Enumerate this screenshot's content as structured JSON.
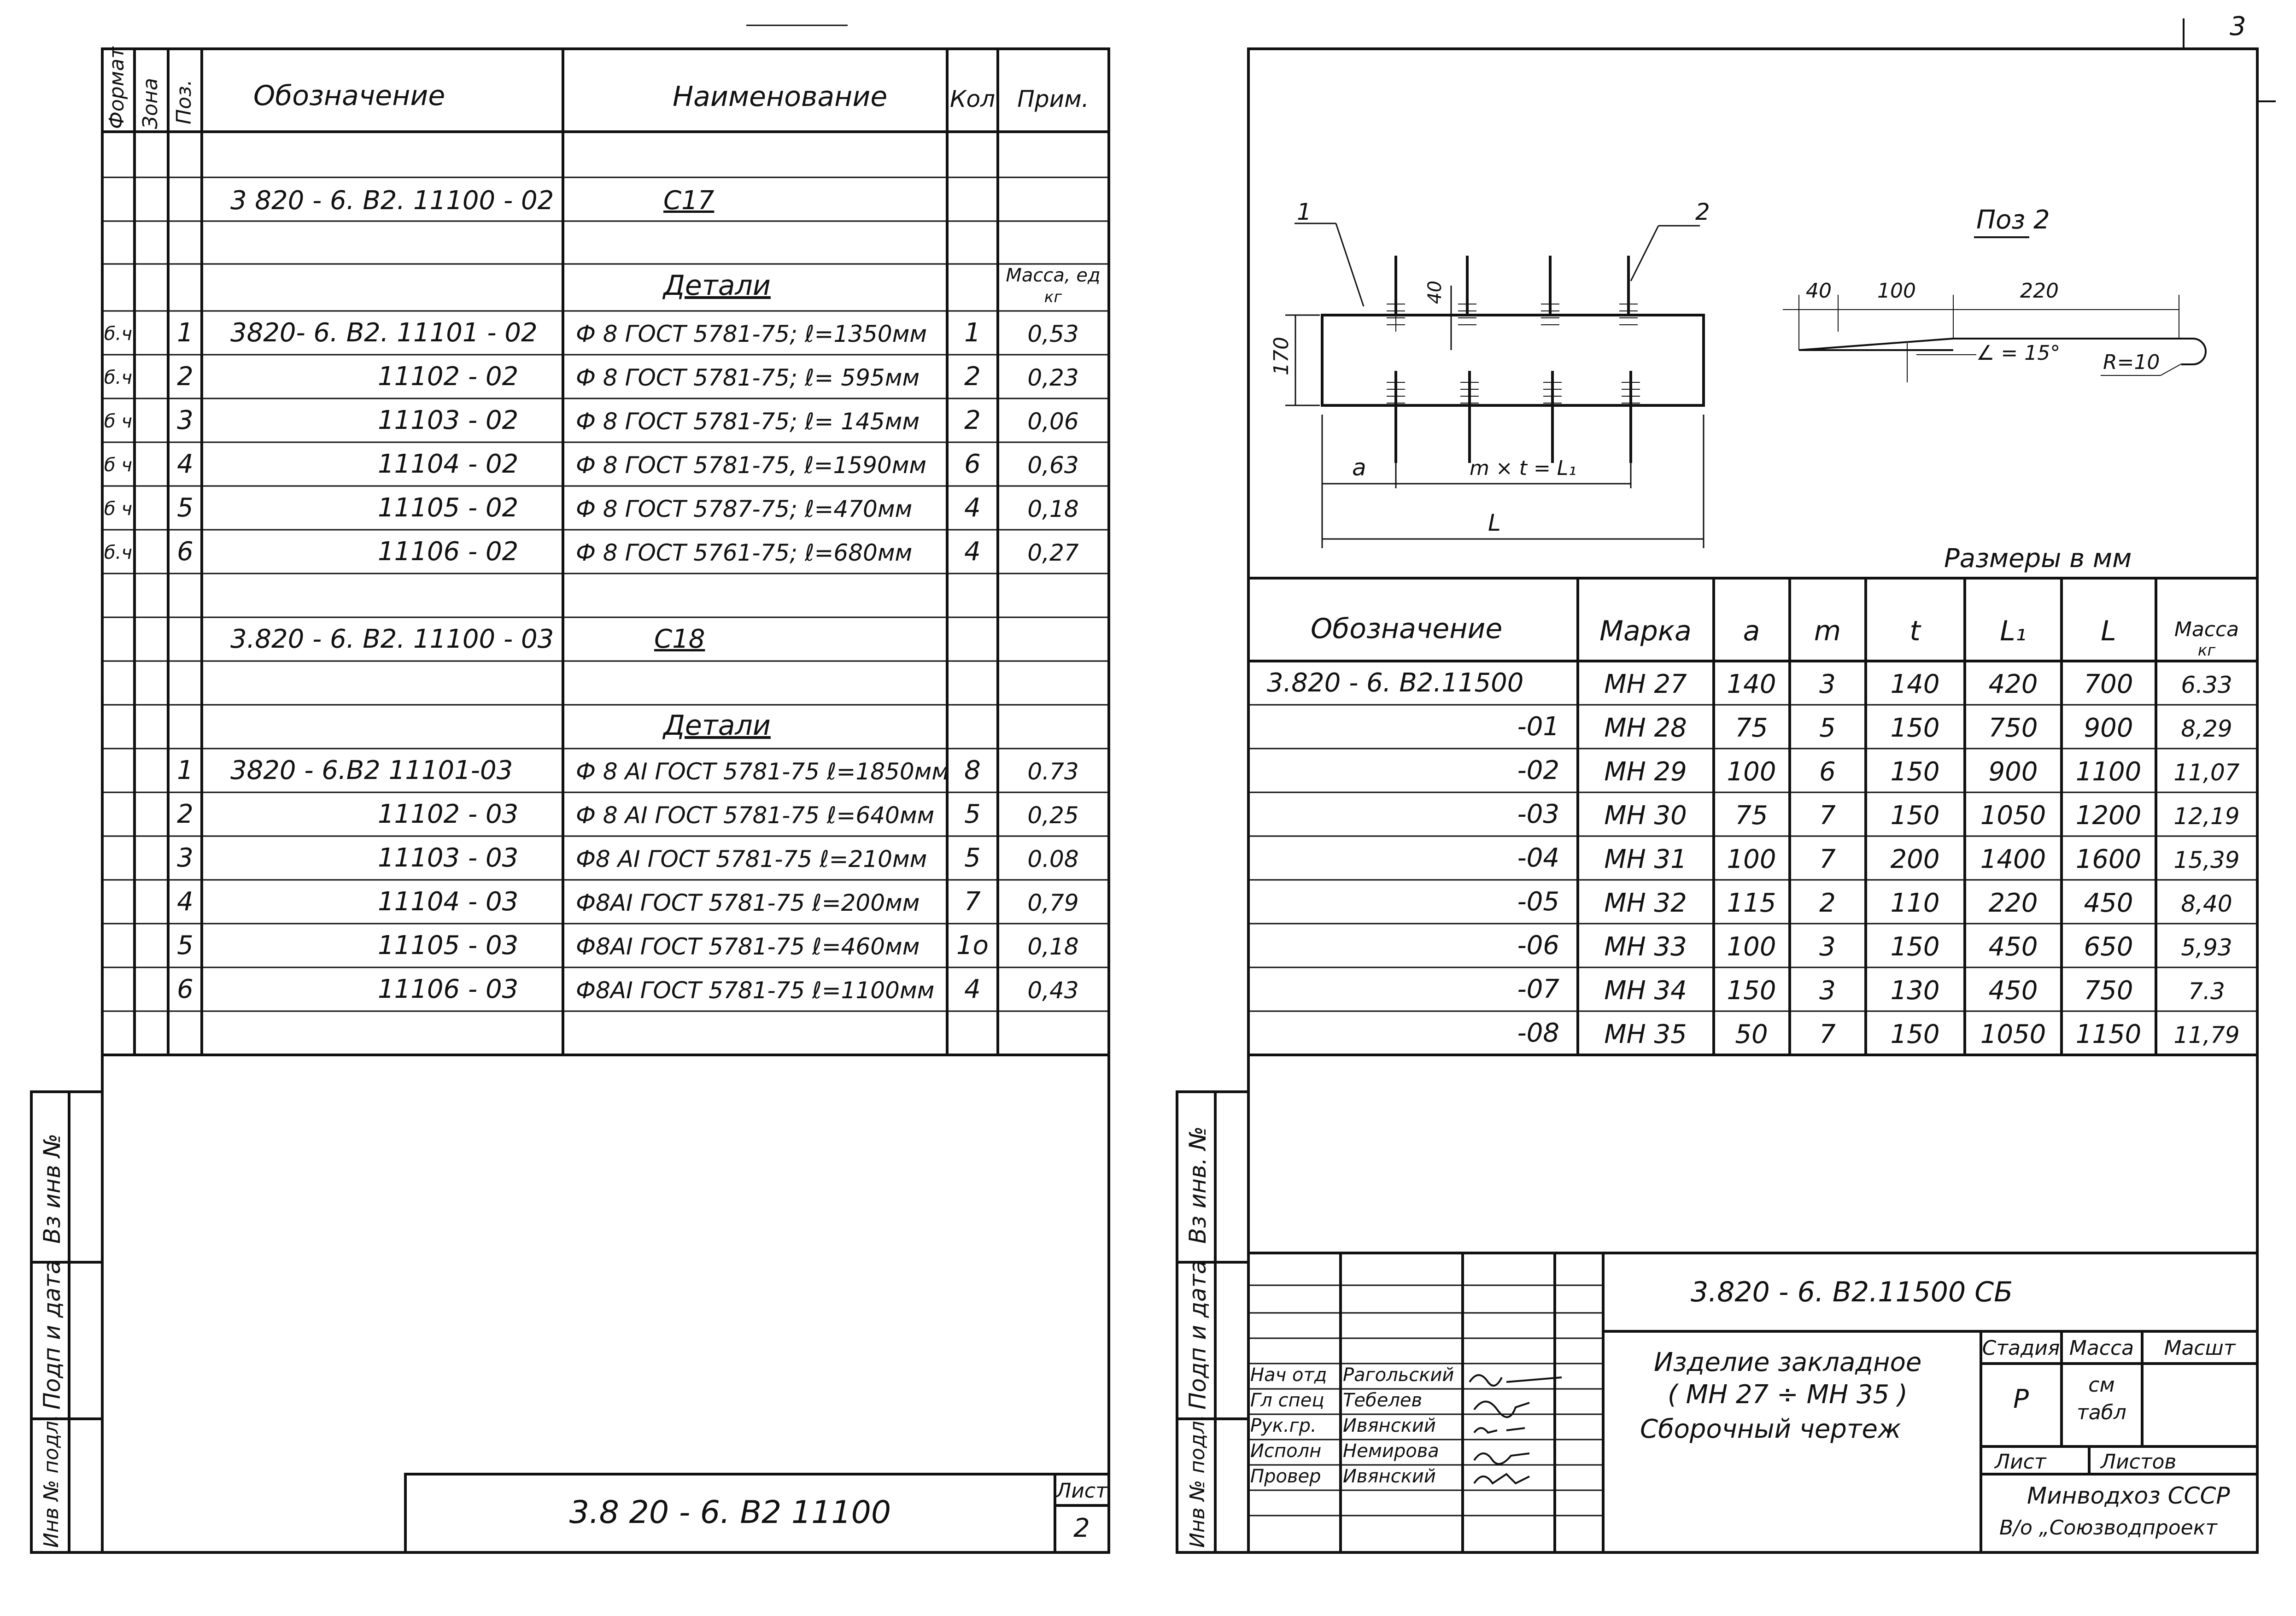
{
  "left_sheet": {
    "headers": {
      "format": "Формат",
      "zone": "Зона",
      "pos": "Поз.",
      "designation": "Обозначение",
      "name": "Наименование",
      "qty": "Кол",
      "note": "Прим."
    },
    "group1": {
      "designation": "3 820 - 6. В2. 11100 - 02",
      "name": "С17"
    },
    "details1_header": "Детали",
    "mass_header": "Масса, ед",
    "mass_unit": "кг",
    "rows1": [
      {
        "fmt": "б.ч",
        "pos": "1",
        "des": "3820- 6. В2. 11101 - 02",
        "name": "Ф 8 ГОСТ 5781-75;  ℓ=1350мм",
        "qty": "1",
        "note": "0,53"
      },
      {
        "fmt": "б.ч",
        "pos": "2",
        "des": "11102 - 02",
        "name": "Ф 8 ГОСТ 5781-75;  ℓ= 595мм",
        "qty": "2",
        "note": "0,23"
      },
      {
        "fmt": "б ч",
        "pos": "3",
        "des": "11103 - 02",
        "name": "Ф 8 ГОСТ 5781-75;  ℓ= 145мм",
        "qty": "2",
        "note": "0,06"
      },
      {
        "fmt": "б ч",
        "pos": "4",
        "des": "11104 - 02",
        "name": "Ф 8 ГОСТ 5781-75,  ℓ=1590мм",
        "qty": "6",
        "note": "0,63"
      },
      {
        "fmt": "б ч",
        "pos": "5",
        "des": "11105 - 02",
        "name": "Ф 8 ГОСТ 5787-75;  ℓ=470мм",
        "qty": "4",
        "note": "0,18"
      },
      {
        "fmt": "б.ч",
        "pos": "6",
        "des": "11106 - 02",
        "name": "Ф 8 ГОСТ 5761-75;  ℓ=680мм",
        "qty": "4",
        "note": "0,27"
      }
    ],
    "group2": {
      "designation": "3.820 - 6. В2. 11100 - 03",
      "name": "С18"
    },
    "details2_header": "Детали",
    "rows2": [
      {
        "pos": "1",
        "des": "3820 - 6.В2 11101-03",
        "name": "Ф 8 АI  ГОСТ  5781-75  ℓ=1850мм",
        "qty": "8",
        "note": "0.73"
      },
      {
        "pos": "2",
        "des": "11102 - 03",
        "name": "Ф 8 АI  ГОСТ  5781-75  ℓ=640мм",
        "qty": "5",
        "note": "0,25"
      },
      {
        "pos": "3",
        "des": "11103 - 03",
        "name": "Ф8 АI  ГОСТ  5781-75  ℓ=210мм",
        "qty": "5",
        "note": "0.08"
      },
      {
        "pos": "4",
        "des": "11104 - 03",
        "name": "Ф8АI ГОСТ  5781-75  ℓ=200мм",
        "qty": "7",
        "note": "0,79"
      },
      {
        "pos": "5",
        "des": "11105 - 03",
        "name": "Ф8АI ГОСТ  5781-75  ℓ=460мм",
        "qty": "1о",
        "note": "0,18"
      },
      {
        "pos": "6",
        "des": "11106 - 03",
        "name": "Ф8АI ГОСТ  5781-75  ℓ=1100мм",
        "qty": "4",
        "note": "0,43"
      }
    ],
    "side_labels": [
      "Вз инв №",
      "Подп и дата",
      "Инв № подл."
    ],
    "stamp": {
      "code": "3.8 20 - 6. В2  11100",
      "sheet_label": "Лист",
      "sheet": "2"
    }
  },
  "right_sheet": {
    "corner_number": "3",
    "drawing": {
      "pos1": "1",
      "pos2": "2",
      "dim_40": "40",
      "dim_170": "170",
      "dim_a": "а",
      "dim_mt": "m × t = L₁",
      "dim_L": "L"
    },
    "pos2_detail": {
      "title": "Поз 2",
      "d40": "40",
      "d100": "100",
      "d220": "220",
      "angle": "∠ = 15°",
      "radius": "R=10"
    },
    "units_note": "Размеры в мм",
    "table": {
      "headers": [
        "Обозначение",
        "Марка",
        "а",
        "m",
        "t",
        "L₁",
        "L",
        "Масса"
      ],
      "mass_unit": "кг",
      "rows": [
        [
          "3.820 - 6. В2.11500",
          "МН 27",
          "140",
          "3",
          "140",
          "420",
          "700",
          "6.33"
        ],
        [
          "-01",
          "МН 28",
          "75",
          "5",
          "150",
          "750",
          "900",
          "8,29"
        ],
        [
          "-02",
          "МН 29",
          "100",
          "6",
          "150",
          "900",
          "1100",
          "11,07"
        ],
        [
          "-03",
          "МН 30",
          "75",
          "7",
          "150",
          "1050",
          "1200",
          "12,19"
        ],
        [
          "-04",
          "МН 31",
          "100",
          "7",
          "200",
          "1400",
          "1600",
          "15,39"
        ],
        [
          "-05",
          "МН 32",
          "115",
          "2",
          "110",
          "220",
          "450",
          "8,40"
        ],
        [
          "-06",
          "МН 33",
          "100",
          "3",
          "150",
          "450",
          "650",
          "5,93"
        ],
        [
          "-07",
          "МН 34",
          "150",
          "3",
          "130",
          "450",
          "750",
          "7.3"
        ],
        [
          "-08",
          "МН 35",
          "50",
          "7",
          "150",
          "1050",
          "1150",
          "11,79"
        ]
      ]
    },
    "side_labels": [
      "Вз инв. №",
      "Подп и дата",
      "Инв № подл."
    ],
    "title_block": {
      "code": "3.820 - 6. В2.11500 СБ",
      "title_lines": [
        "Изделие  закладное",
        "( МН 27 ÷ МН 35 )",
        "Сборочный  чертеж"
      ],
      "stage_label": "Стадия",
      "mass_label": "Масса",
      "scale_label": "Масшт",
      "stage": "Р",
      "mass_value_1": "см",
      "mass_value_2": "табл",
      "sheet_label": "Лист",
      "sheets_label": "Листов",
      "org_1": "Минводхоз  СССР",
      "org_2": "В/о „Союзводпроект",
      "roles": [
        {
          "role": "Нач отд",
          "name": "Рагольский"
        },
        {
          "role": "Гл спец",
          "name": "Тебелев"
        },
        {
          "role": "Рук.гр.",
          "name": "Ивянский"
        },
        {
          "role": "Исполн",
          "name": "Немирова"
        },
        {
          "role": "Провер",
          "name": "Ивянский"
        }
      ]
    }
  }
}
